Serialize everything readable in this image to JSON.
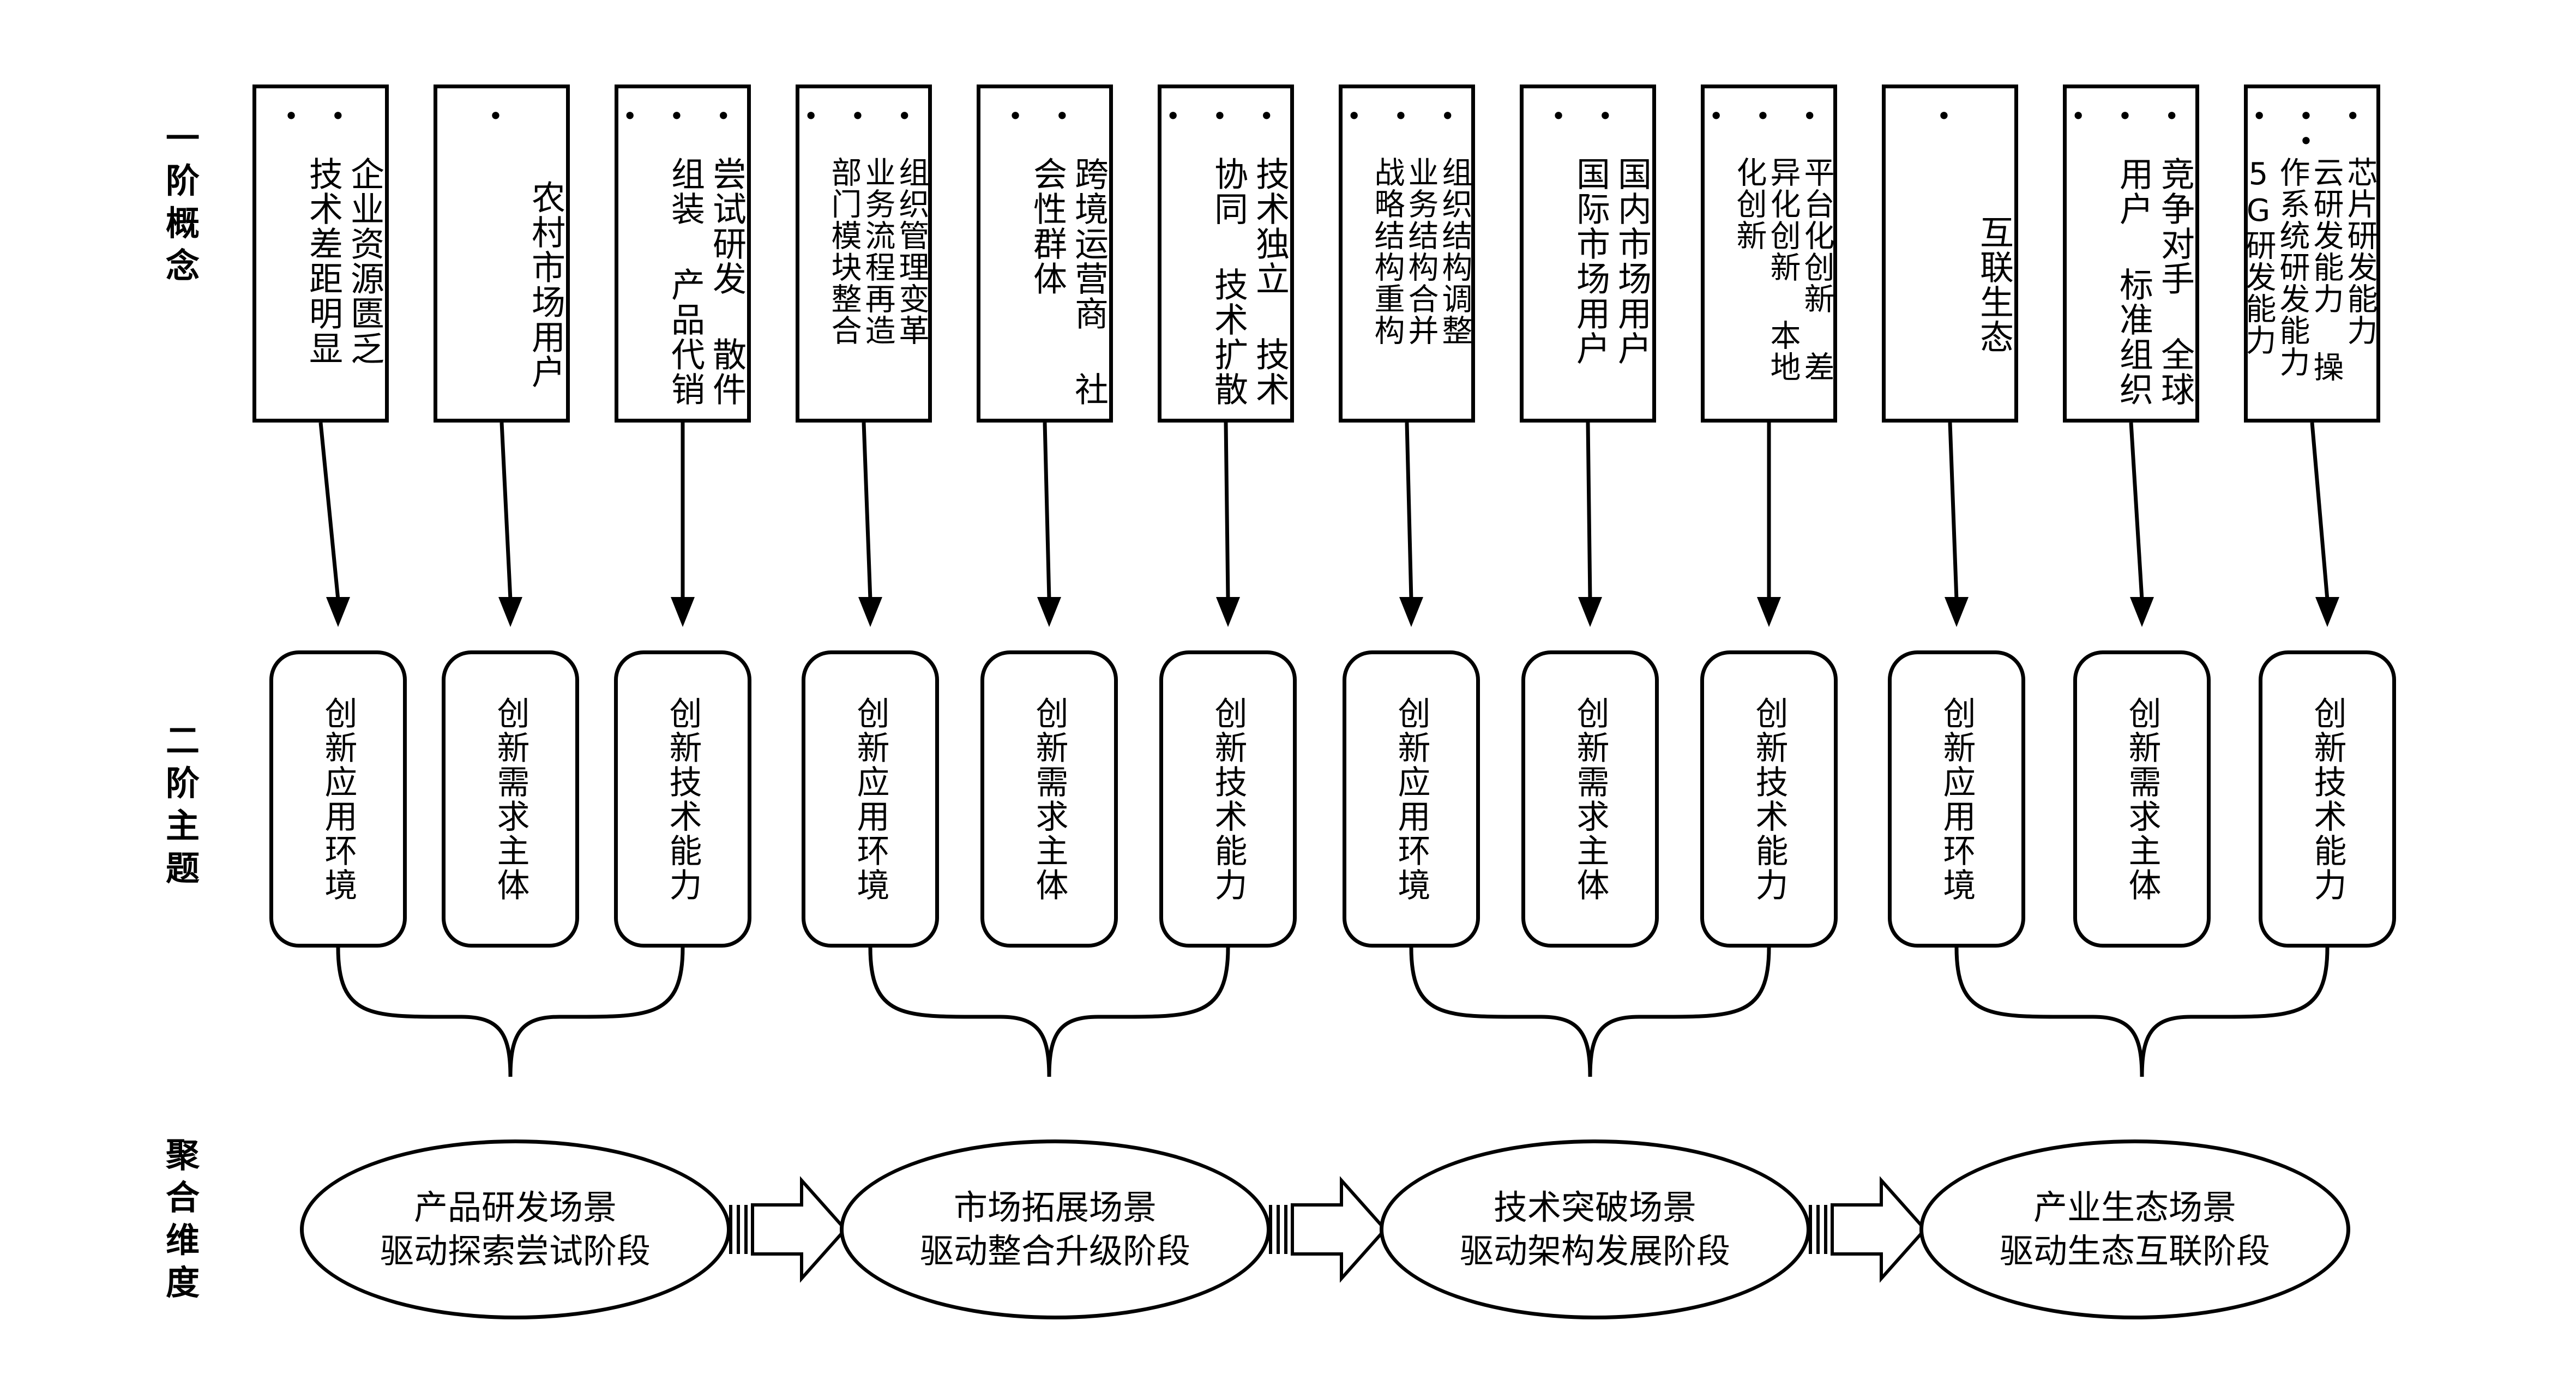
{
  "row_labels": {
    "level1": "一阶概念",
    "level2": "二阶主题",
    "aggregate": "聚合维度"
  },
  "concepts": [
    {
      "dots": "• •",
      "text": "企业资源匮乏 技术差距明显"
    },
    {
      "dots": "•",
      "text": "农村市场用户"
    },
    {
      "dots": "• • •",
      "text": "尝试研发 散件组装 产品代销"
    },
    {
      "dots": "• • •",
      "text": "组织管理变革 业务流程再造 部门模块整合"
    },
    {
      "dots": "• •",
      "text": "跨境运营商 社会性群体"
    },
    {
      "dots": "• • •",
      "text": "技术独立 技术协同 技术扩散"
    },
    {
      "dots": "• • •",
      "text": "组织结构调整 业务结构合并 战略结构重构"
    },
    {
      "dots": "• •",
      "text": "国内市场用户 国际市场用户"
    },
    {
      "dots": "• • •",
      "text": "平台化创新 差异化创新 本地化创新"
    },
    {
      "dots": "•",
      "text": "互联生态"
    },
    {
      "dots": "• • •",
      "text": "竞争对手 全球用户 标准组织"
    },
    {
      "dots": "• • • •",
      "text": "芯片研发能力 云研发能力 操作系统研发能力 5G研发能力"
    }
  ],
  "themes": [
    "创新应用环境",
    "创新需求主体",
    "创新技术能力",
    "创新应用环境",
    "创新需求主体",
    "创新技术能力",
    "创新应用环境",
    "创新需求主体",
    "创新技术能力",
    "创新应用环境",
    "创新需求主体",
    "创新技术能力"
  ],
  "stages": [
    {
      "line1": "产品研发场景",
      "line2": "驱动探索尝试阶段"
    },
    {
      "line1": "市场拓展场景",
      "line2": "驱动整合升级阶段"
    },
    {
      "line1": "技术突破场景",
      "line2": "驱动架构发展阶段"
    },
    {
      "line1": "产业生态场景",
      "line2": "驱动生态互联阶段"
    }
  ]
}
